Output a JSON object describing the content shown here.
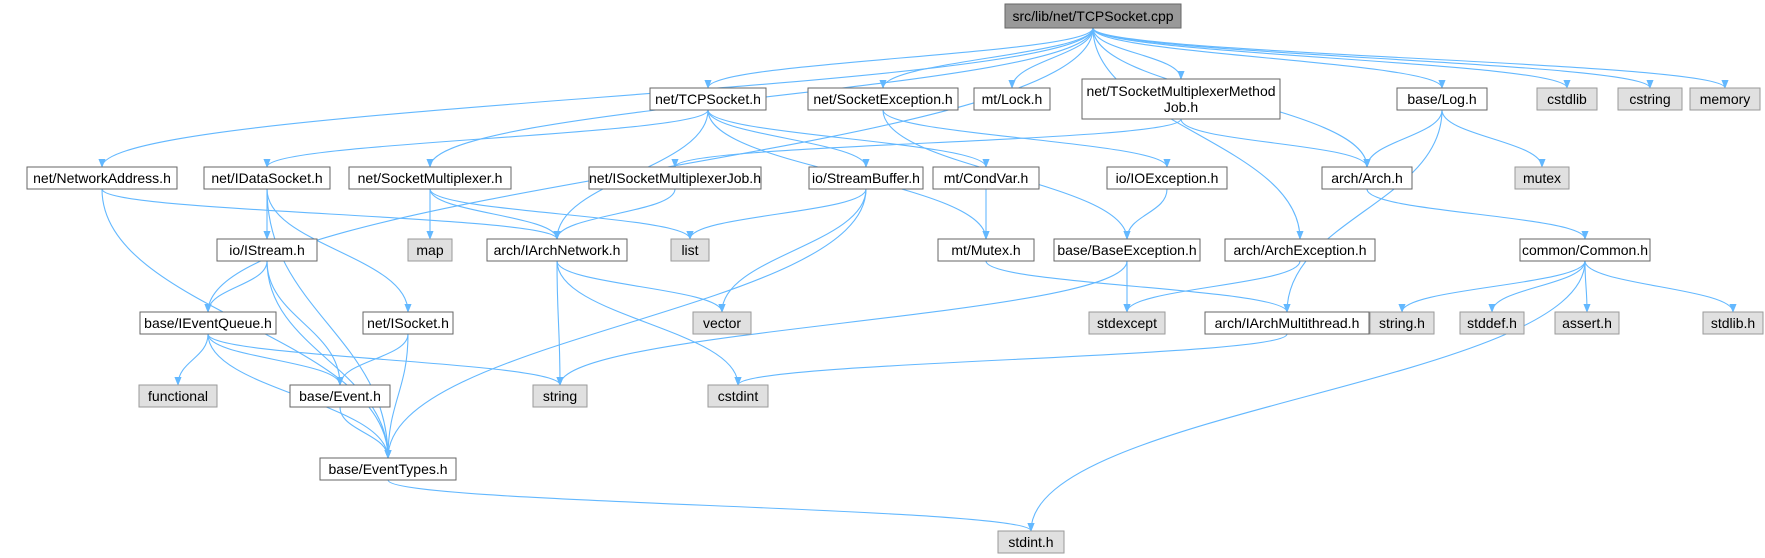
{
  "colors": {
    "edge": "#63b8ff",
    "root_fill": "#999999",
    "root_stroke": "#666666",
    "node_fill": "#ffffff",
    "node_stroke": "#666666",
    "ext_fill": "#e0e0e0",
    "ext_stroke": "#999999"
  },
  "nodes": {
    "root": {
      "label": "src/lib/net/TCPSocket.cpp",
      "kind": "root"
    },
    "tcpsocket_h": {
      "label": "net/TCPSocket.h",
      "kind": "local"
    },
    "socketexception_h": {
      "label": "net/SocketException.h",
      "kind": "local"
    },
    "lock_h": {
      "label": "mt/Lock.h",
      "kind": "local"
    },
    "tsocketmuxjob_h": {
      "label": [
        "net/TSocketMultiplexerMethod",
        "Job.h"
      ],
      "kind": "local"
    },
    "log_h": {
      "label": "base/Log.h",
      "kind": "local"
    },
    "cstdlib": {
      "label": "cstdlib",
      "kind": "ext"
    },
    "cstring": {
      "label": "cstring",
      "kind": "ext"
    },
    "memory": {
      "label": "memory",
      "kind": "ext"
    },
    "networkaddress_h": {
      "label": "net/NetworkAddress.h",
      "kind": "local"
    },
    "idatasocket_h": {
      "label": "net/IDataSocket.h",
      "kind": "local"
    },
    "socketmultiplexer_h": {
      "label": "net/SocketMultiplexer.h",
      "kind": "local"
    },
    "isocketmuxjob_h": {
      "label": "net/ISocketMultiplexerJob.h",
      "kind": "local"
    },
    "streambuffer_h": {
      "label": "io/StreamBuffer.h",
      "kind": "local"
    },
    "condvar_h": {
      "label": "mt/CondVar.h",
      "kind": "local"
    },
    "ioexception_h": {
      "label": "io/IOException.h",
      "kind": "local"
    },
    "arch_h": {
      "label": "arch/Arch.h",
      "kind": "local"
    },
    "mutex": {
      "label": "mutex",
      "kind": "ext"
    },
    "istream_h": {
      "label": "io/IStream.h",
      "kind": "local"
    },
    "map": {
      "label": "map",
      "kind": "ext"
    },
    "iarchnetwork_h": {
      "label": "arch/IArchNetwork.h",
      "kind": "local"
    },
    "list": {
      "label": "list",
      "kind": "ext"
    },
    "mutex_h": {
      "label": "mt/Mutex.h",
      "kind": "local"
    },
    "baseexception_h": {
      "label": "base/BaseException.h",
      "kind": "local"
    },
    "archexception_h": {
      "label": "arch/ArchException.h",
      "kind": "local"
    },
    "common_h": {
      "label": "common/Common.h",
      "kind": "local"
    },
    "ieventqueue_h": {
      "label": "base/IEventQueue.h",
      "kind": "local"
    },
    "isocket_h": {
      "label": "net/ISocket.h",
      "kind": "local"
    },
    "vector": {
      "label": "vector",
      "kind": "ext"
    },
    "stdexcept": {
      "label": "stdexcept",
      "kind": "ext"
    },
    "iarchmultithread_h": {
      "label": "arch/IArchMultithread.h",
      "kind": "local"
    },
    "string_h": {
      "label": "string.h",
      "kind": "ext"
    },
    "stddef_h": {
      "label": "stddef.h",
      "kind": "ext"
    },
    "assert_h": {
      "label": "assert.h",
      "kind": "ext"
    },
    "stdlib_h": {
      "label": "stdlib.h",
      "kind": "ext"
    },
    "functional": {
      "label": "functional",
      "kind": "ext"
    },
    "event_h": {
      "label": "base/Event.h",
      "kind": "local"
    },
    "string": {
      "label": "string",
      "kind": "ext"
    },
    "cstdint": {
      "label": "cstdint",
      "kind": "ext"
    },
    "eventtypes_h": {
      "label": "base/EventTypes.h",
      "kind": "local"
    },
    "stdint_h": {
      "label": "stdint.h",
      "kind": "ext"
    }
  },
  "edges": [
    [
      "root",
      "tcpsocket_h"
    ],
    [
      "root",
      "socketexception_h"
    ],
    [
      "root",
      "lock_h"
    ],
    [
      "root",
      "tsocketmuxjob_h"
    ],
    [
      "root",
      "log_h"
    ],
    [
      "root",
      "cstdlib"
    ],
    [
      "root",
      "cstring"
    ],
    [
      "root",
      "memory"
    ],
    [
      "root",
      "networkaddress_h"
    ],
    [
      "root",
      "socketmultiplexer_h"
    ],
    [
      "root",
      "ieventqueue_h"
    ],
    [
      "root",
      "arch_h"
    ],
    [
      "root",
      "archexception_h"
    ],
    [
      "tcpsocket_h",
      "idatasocket_h"
    ],
    [
      "tcpsocket_h",
      "streambuffer_h"
    ],
    [
      "tcpsocket_h",
      "condvar_h"
    ],
    [
      "tcpsocket_h",
      "mutex_h"
    ],
    [
      "tcpsocket_h",
      "iarchnetwork_h"
    ],
    [
      "socketexception_h",
      "ioexception_h"
    ],
    [
      "socketexception_h",
      "baseexception_h"
    ],
    [
      "tsocketmuxjob_h",
      "isocketmuxjob_h"
    ],
    [
      "tsocketmuxjob_h",
      "arch_h"
    ],
    [
      "log_h",
      "arch_h"
    ],
    [
      "log_h",
      "mutex"
    ],
    [
      "log_h",
      "iarchmultithread_h"
    ],
    [
      "networkaddress_h",
      "iarchnetwork_h"
    ],
    [
      "networkaddress_h",
      "eventtypes_h"
    ],
    [
      "idatasocket_h",
      "istream_h"
    ],
    [
      "idatasocket_h",
      "isocket_h"
    ],
    [
      "idatasocket_h",
      "eventtypes_h"
    ],
    [
      "socketmultiplexer_h",
      "map"
    ],
    [
      "socketmultiplexer_h",
      "iarchnetwork_h"
    ],
    [
      "socketmultiplexer_h",
      "list"
    ],
    [
      "isocketmuxjob_h",
      "iarchnetwork_h"
    ],
    [
      "streambuffer_h",
      "list"
    ],
    [
      "streambuffer_h",
      "vector"
    ],
    [
      "streambuffer_h",
      "eventtypes_h"
    ],
    [
      "condvar_h",
      "mutex_h"
    ],
    [
      "ioexception_h",
      "baseexception_h"
    ],
    [
      "arch_h",
      "common_h"
    ],
    [
      "istream_h",
      "ieventqueue_h"
    ],
    [
      "istream_h",
      "event_h"
    ],
    [
      "istream_h",
      "eventtypes_h"
    ],
    [
      "iarchnetwork_h",
      "string"
    ],
    [
      "iarchnetwork_h",
      "vector"
    ],
    [
      "iarchnetwork_h",
      "cstdint"
    ],
    [
      "mutex_h",
      "iarchmultithread_h"
    ],
    [
      "baseexception_h",
      "stdexcept"
    ],
    [
      "baseexception_h",
      "string"
    ],
    [
      "archexception_h",
      "stdexcept"
    ],
    [
      "common_h",
      "string_h"
    ],
    [
      "common_h",
      "stddef_h"
    ],
    [
      "common_h",
      "assert_h"
    ],
    [
      "common_h",
      "stdlib_h"
    ],
    [
      "common_h",
      "stdint_h"
    ],
    [
      "ieventqueue_h",
      "functional"
    ],
    [
      "ieventqueue_h",
      "event_h"
    ],
    [
      "ieventqueue_h",
      "eventtypes_h"
    ],
    [
      "ieventqueue_h",
      "string"
    ],
    [
      "isocket_h",
      "event_h"
    ],
    [
      "isocket_h",
      "eventtypes_h"
    ],
    [
      "iarchmultithread_h",
      "cstdint"
    ],
    [
      "event_h",
      "eventtypes_h"
    ],
    [
      "eventtypes_h",
      "stdint_h"
    ]
  ]
}
